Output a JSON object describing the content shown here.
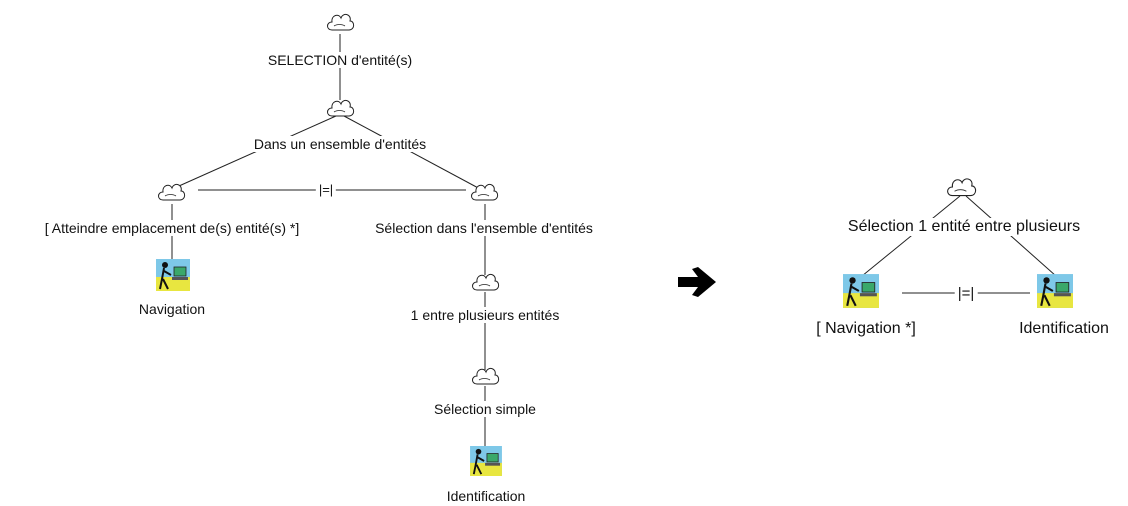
{
  "left_tree": {
    "root": "SELECTION d'entité(s)",
    "level1": "Dans un ensemble d'entités",
    "left_branch": "[ Atteindre emplacement de(s) entité(s) *]",
    "right_branch": "Sélection dans l'ensemble d'entités",
    "relation": "|=|",
    "navigation": "Navigation",
    "level3": "1 entre plusieurs entités",
    "level4": "Sélection simple",
    "identification": "Identification"
  },
  "right_tree": {
    "root": "Sélection 1 entité entre plusieurs",
    "relation": "|=|",
    "navigation": "[ Navigation *]",
    "identification": "Identification"
  },
  "icons": {
    "task_cloud": "cloud-icon",
    "user_task": "user-at-computer-icon",
    "transform_arrow": "right-arrow-icon"
  }
}
